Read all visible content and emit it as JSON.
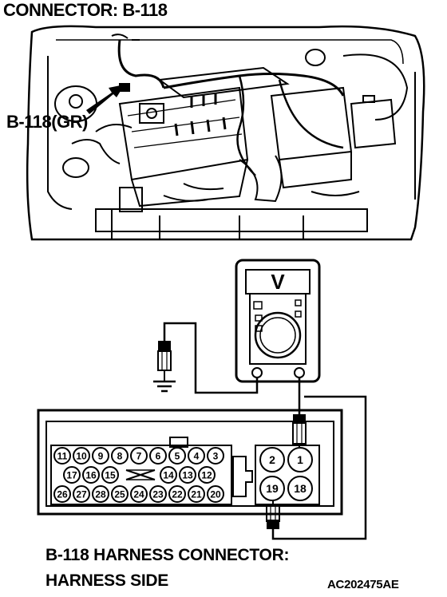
{
  "title": "CONNECTOR: B-118",
  "callout": "B-118(GR)",
  "meter_display": "V",
  "caption_line1": "B-118 HARNESS CONNECTOR:",
  "caption_line2": "HARNESS SIDE",
  "figure_code": "AC202475AE",
  "connector": {
    "top_row_left": [
      "11",
      "10",
      "9",
      "8",
      "7",
      "6",
      "5",
      "4",
      "3"
    ],
    "middle_row_left": [
      "17",
      "16",
      "15",
      "14",
      "13",
      "12"
    ],
    "bottom_row_left": [
      "26",
      "27",
      "28",
      "25",
      "24",
      "23",
      "22",
      "21",
      "20"
    ],
    "right_pins": [
      "2",
      "1",
      "19",
      "18"
    ]
  }
}
